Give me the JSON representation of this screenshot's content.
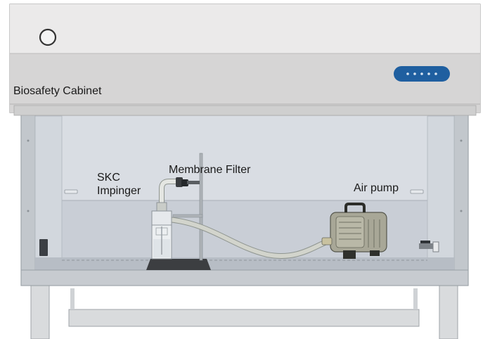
{
  "labels": {
    "cabinet": "Biosafety Cabinet",
    "impinger_line1": "SKC",
    "impinger_line2": "Impinger",
    "filter": "Membrane Filter",
    "pump": "Air pump"
  },
  "colors": {
    "hood_top": "#e4e3e3",
    "hood_band": "#d6d5d5",
    "window_back": "#d7dce2",
    "work_area": "#c9cfd7",
    "frame": "#c4c8cc",
    "control_panel": "#1f5fa0",
    "pump_body": "#a8a797",
    "tube": "#d2d4cc"
  }
}
